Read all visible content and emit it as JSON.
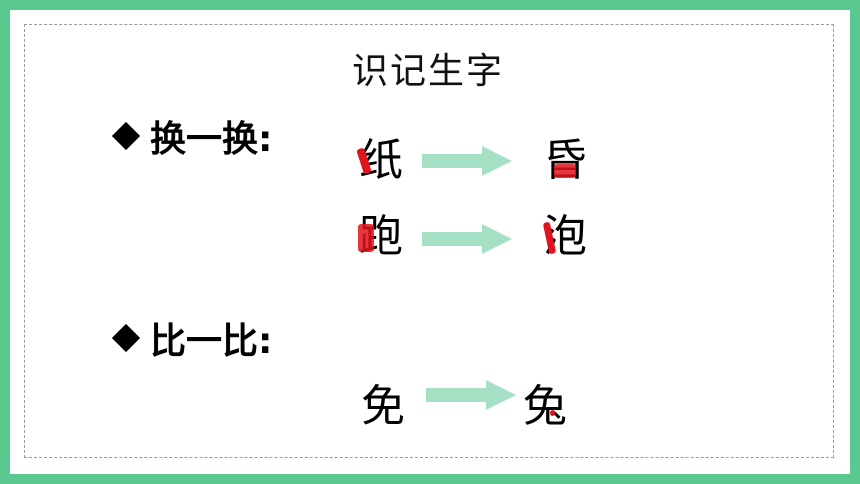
{
  "title": "识记生字",
  "sections": [
    {
      "label": "换一换:"
    },
    {
      "label": "比一比:"
    }
  ],
  "pairs": [
    {
      "from": "纸",
      "to": "昏"
    },
    {
      "from": "跑",
      "to": "泡"
    },
    {
      "from": "免",
      "to": "兔"
    }
  ],
  "colors": {
    "border_green": "#5bc98f",
    "highlight_red": "#e0141c",
    "arrow_green": "#a6e0c4"
  }
}
